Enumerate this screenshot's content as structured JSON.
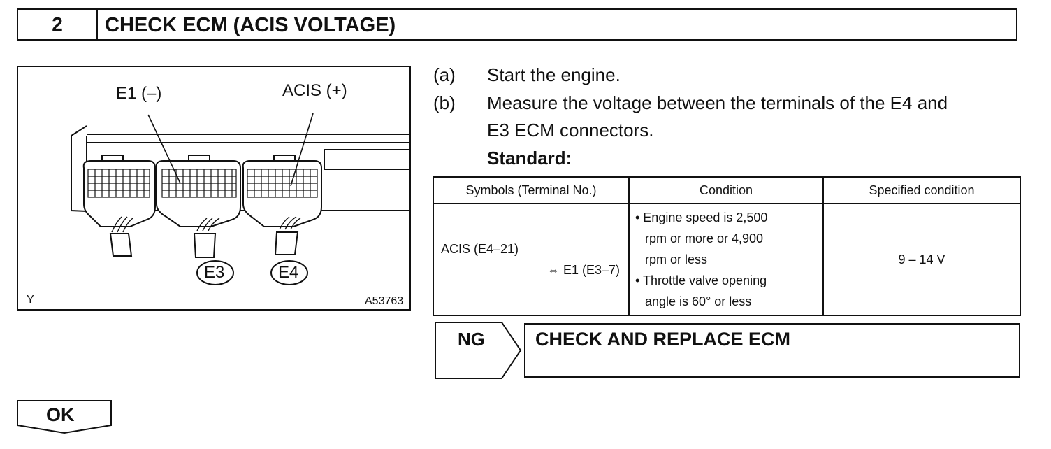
{
  "header": {
    "step_number": "2",
    "title": "CHECK ECM (ACIS VOLTAGE)"
  },
  "figure": {
    "label_e1": "E1 (–)",
    "label_acis": "ACIS (+)",
    "connector_e3": "E3",
    "connector_e4": "E4",
    "corner_mark": "Y",
    "figure_id": "A53763"
  },
  "instructions": {
    "step_a_marker": "(a)",
    "step_a_text": "Start the engine.",
    "step_b_marker": "(b)",
    "step_b_line1": "Measure the voltage between the terminals of the E4 and",
    "step_b_line2": "E3 ECM connectors.",
    "standard_label": "Standard:"
  },
  "spec_table": {
    "headers": [
      "Symbols (Terminal No.)",
      "Condition",
      "Specified condition"
    ],
    "row": {
      "symbol_line1": "ACIS (E4–21)",
      "symbol_line2": "⇔ E1 (E3–7)",
      "condition_lines": [
        "• Engine speed is 2,500",
        "rpm or more or 4,900",
        "rpm or less",
        "• Throttle valve opening",
        "angle is 60° or less"
      ],
      "specified": "9 – 14 V"
    }
  },
  "result_ng": {
    "tag": "NG",
    "action": "CHECK AND REPLACE ECM"
  },
  "result_ok": {
    "tag": "OK"
  }
}
